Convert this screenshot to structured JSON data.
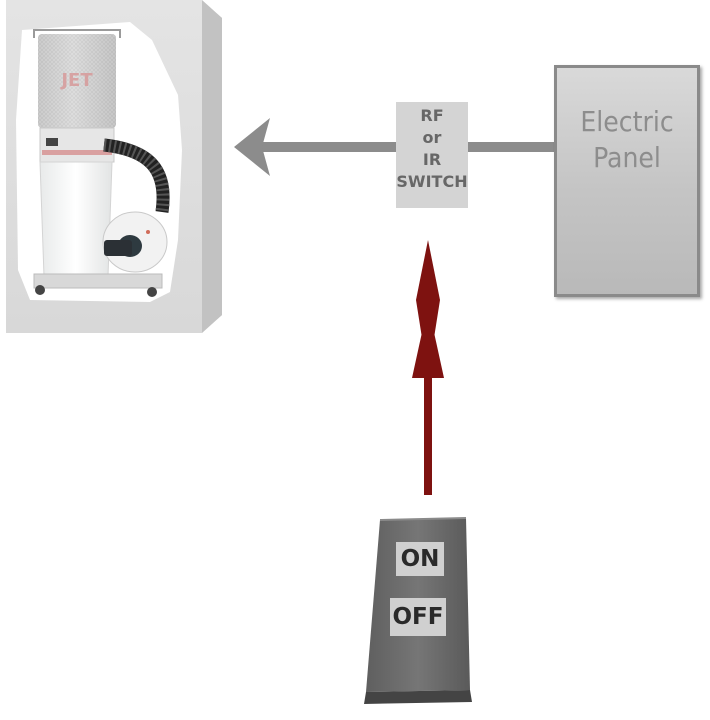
{
  "rf_switch": {
    "lines": [
      "RF",
      "or",
      "IR",
      "SWITCH"
    ]
  },
  "electric_panel": {
    "line1": "Electric",
    "line2": "Panel"
  },
  "rocker": {
    "on_label": "ON",
    "off_label": "OFF"
  },
  "dust_collector": {
    "brand": "JET"
  },
  "colors": {
    "gray_arrow": "#8c8c8c",
    "red_arrow": "#7e1210",
    "panel_border": "#8a8a8a",
    "switch_box": "#d4d4d4",
    "rocker_body": "#6e6e6e"
  },
  "icons": {
    "dust_collector": "dust-collector-machine-icon",
    "rocker_switch": "rocker-switch-icon"
  }
}
